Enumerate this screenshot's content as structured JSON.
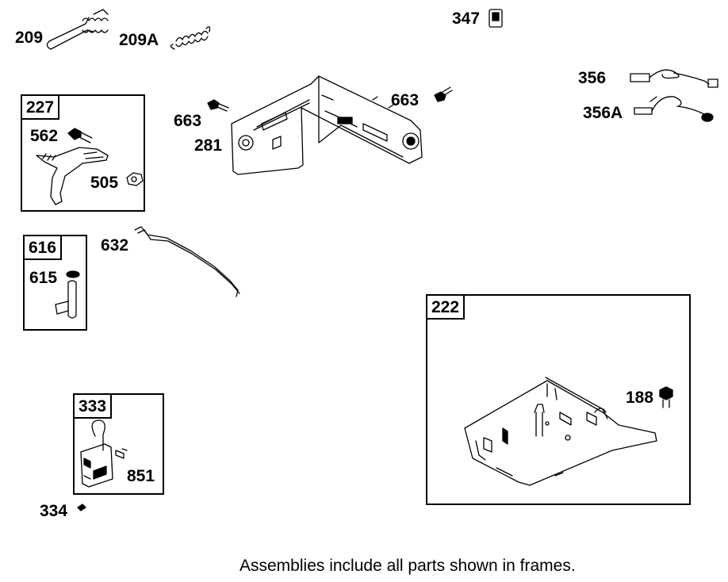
{
  "parts": {
    "p209": "209",
    "p209A": "209A",
    "p347": "347",
    "p356": "356",
    "p356A": "356A",
    "p663a": "663",
    "p663b": "663",
    "p281": "281",
    "p562": "562",
    "p505": "505",
    "p615": "615",
    "p632": "632",
    "p188": "188",
    "p851": "851",
    "p334": "334"
  },
  "frames": {
    "f227": "227",
    "f616": "616",
    "f222": "222",
    "f333": "333"
  },
  "footer_note": "Assemblies include all parts shown in frames."
}
